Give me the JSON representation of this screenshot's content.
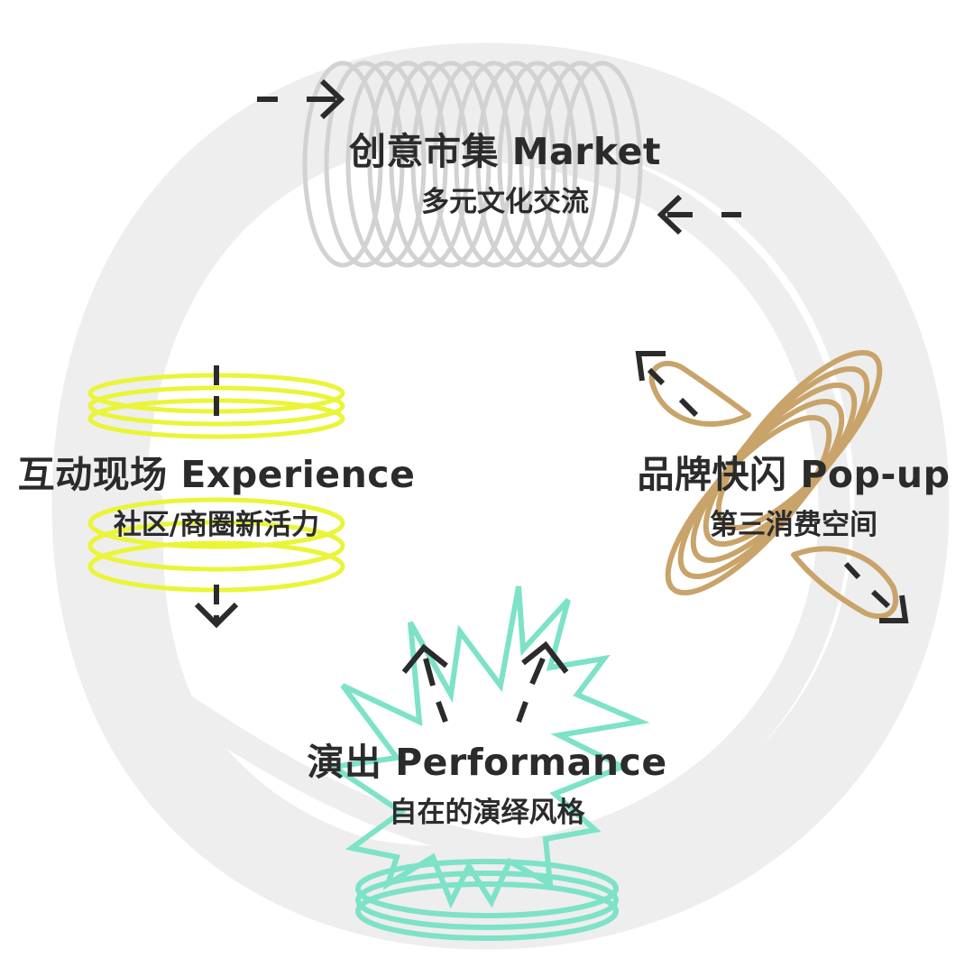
{
  "market": {
    "title": "创意市集 Market",
    "subtitle": "多元文化交流",
    "color": "#d2d2d2"
  },
  "experience": {
    "title": "互动现场 Experience",
    "subtitle": "社区/商圈新活力",
    "color": "#eaf538"
  },
  "popup": {
    "title": "品牌快闪 Pop-up",
    "subtitle": "第三消费空间",
    "color": "#c9a46a"
  },
  "performance": {
    "title": "演出 Performance",
    "subtitle": "自在的演绎风格",
    "color": "#7de2c8"
  },
  "colors": {
    "ring": "#eeeeee",
    "ink": "#2b2b2b"
  }
}
